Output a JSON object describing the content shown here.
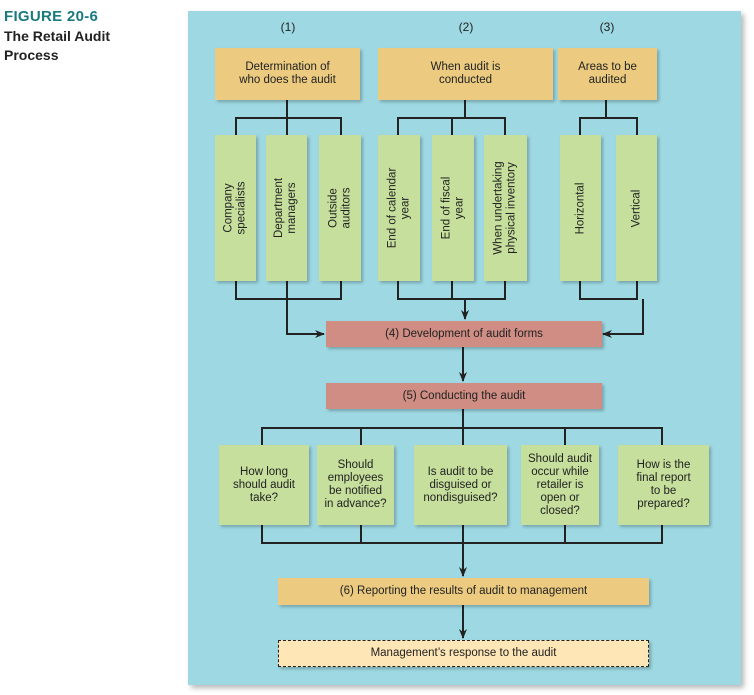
{
  "caption": {
    "figure_number": "FIGURE 20-6",
    "title_line1": "The Retail Audit",
    "title_line2": "Process"
  },
  "colors": {
    "panel": "#9ed9e3",
    "step_boxes": "#eccb80",
    "option_boxes": "#c6df9c",
    "process_boxes": "#cf8d83",
    "response_box": "#ffe6b6",
    "caption_accent": "#1a7a80"
  },
  "stages": [
    {
      "number": "(1)",
      "title_line1": "Determination of",
      "title_line2": "who does the audit",
      "options": [
        {
          "line1": "Company",
          "line2": "specialists"
        },
        {
          "line1": "Department",
          "line2": "managers"
        },
        {
          "line1": "Outside",
          "line2": "auditors"
        }
      ]
    },
    {
      "number": "(2)",
      "title_line1": "When audit is",
      "title_line2": "conducted",
      "options": [
        {
          "line1": "End of calendar",
          "line2": "year"
        },
        {
          "line1": "End of fiscal",
          "line2": "year"
        },
        {
          "line1": "When undertaking",
          "line2": "physical inventory"
        }
      ]
    },
    {
      "number": "(3)",
      "title_line1": "Areas to be",
      "title_line2": "audited",
      "options": [
        {
          "line1": "Horizontal",
          "line2": ""
        },
        {
          "line1": "Vertical",
          "line2": ""
        }
      ]
    }
  ],
  "step4": "(4) Development of audit forms",
  "step5": "(5) Conducting the audit",
  "questions": [
    [
      "How long",
      "should audit",
      "take?"
    ],
    [
      "Should",
      "employees",
      "be notified",
      "in advance?"
    ],
    [
      "Is audit to be",
      "disguised or",
      "nondisguised?"
    ],
    [
      "Should audit",
      "occur while",
      "retailer is",
      "open or",
      "closed?"
    ],
    [
      "How is the",
      "final report",
      "to be",
      "prepared?"
    ]
  ],
  "step6": "(6) Reporting the results of audit to management",
  "response": "Management’s response to the audit"
}
